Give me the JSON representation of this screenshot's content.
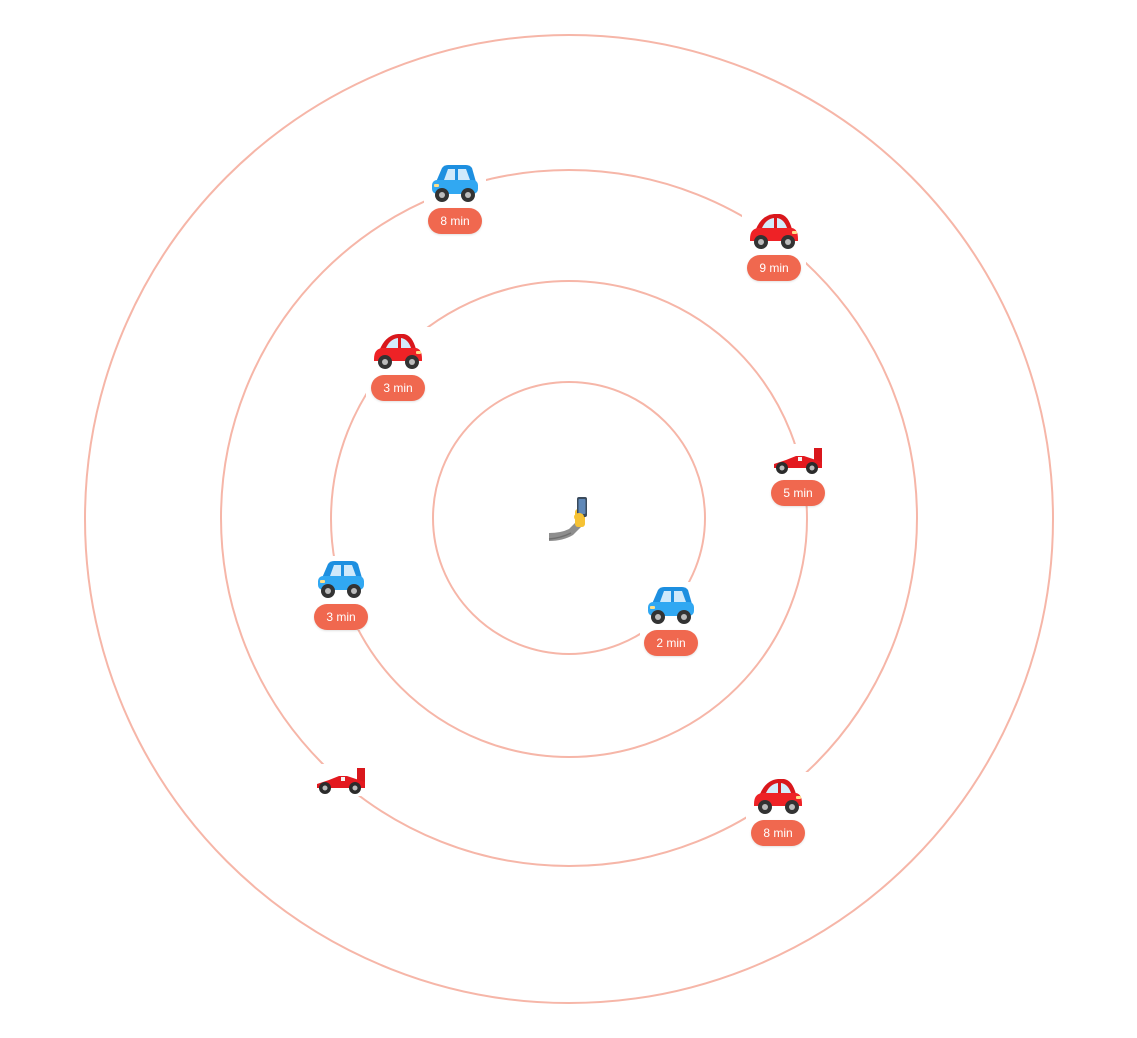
{
  "map": {
    "user": {
      "icon": "selfie-phone-icon"
    },
    "accent_color": "#f0684f",
    "ring_color": "#f6b6a8",
    "vehicles": [
      {
        "type": "blue-car-icon",
        "eta": "8 min"
      },
      {
        "type": "red-car-icon",
        "eta": "9 min"
      },
      {
        "type": "red-car-icon",
        "eta": "3 min"
      },
      {
        "type": "race-car-icon",
        "eta": "5 min"
      },
      {
        "type": "blue-car-icon",
        "eta": "3 min"
      },
      {
        "type": "blue-car-icon",
        "eta": "2 min"
      },
      {
        "type": "race-car-icon",
        "eta": ""
      },
      {
        "type": "red-car-icon",
        "eta": "8 min"
      }
    ]
  }
}
